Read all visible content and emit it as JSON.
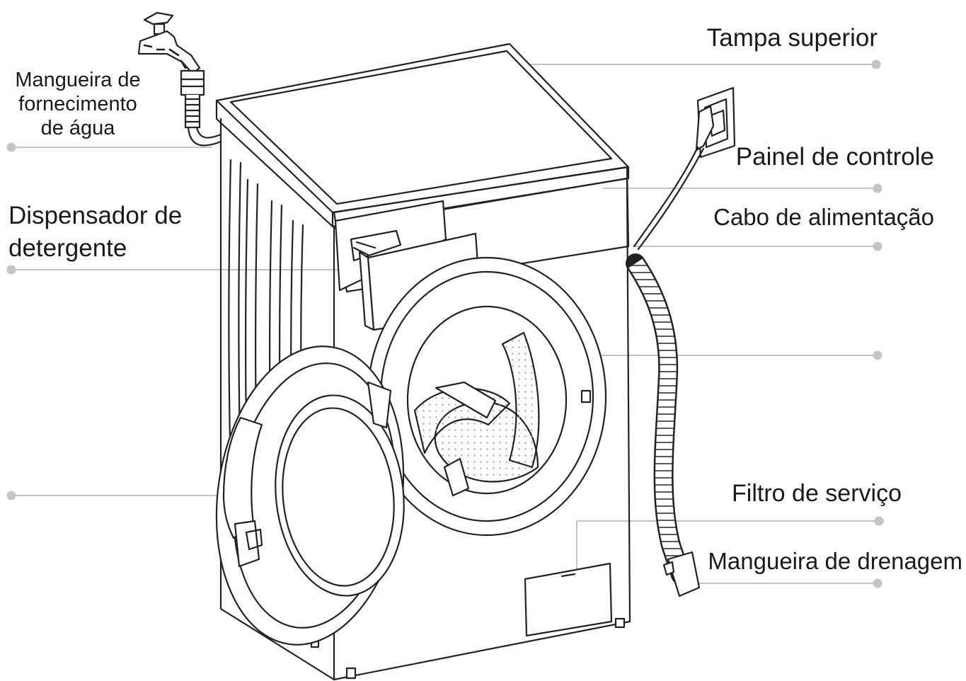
{
  "colors": {
    "ink": "#1a1a1a",
    "leader": "#c4c4c4",
    "dot": "#c4c4c4",
    "background": "#ffffff"
  },
  "labels": {
    "water_supply_line1": "Mangueira de",
    "water_supply_line2": "fornecimento",
    "water_supply_line3": "de água",
    "detergent_line1": "Dispensador de",
    "detergent_line2": "detergente",
    "top_cover": "Tampa superior",
    "control_panel": "Painel de controle",
    "power_cable": "Cabo de alimentação",
    "service_filter": "Filtro de serviço",
    "drain_hose": "Mangueira de drenagem"
  }
}
